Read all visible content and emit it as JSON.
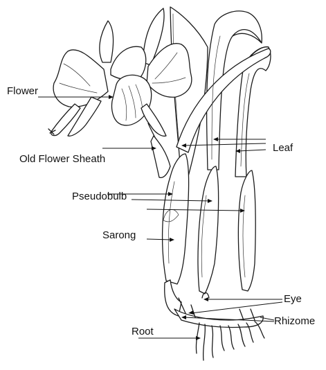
{
  "labels": {
    "flower": "Flower",
    "old_flower_sheath": "Old Flower Sheath",
    "leaf": "Leaf",
    "pseudobulb": "Pseudobulb",
    "sarong": "Sarong",
    "eye": "Eye",
    "rhizome": "Rhizome",
    "root": "Root"
  }
}
